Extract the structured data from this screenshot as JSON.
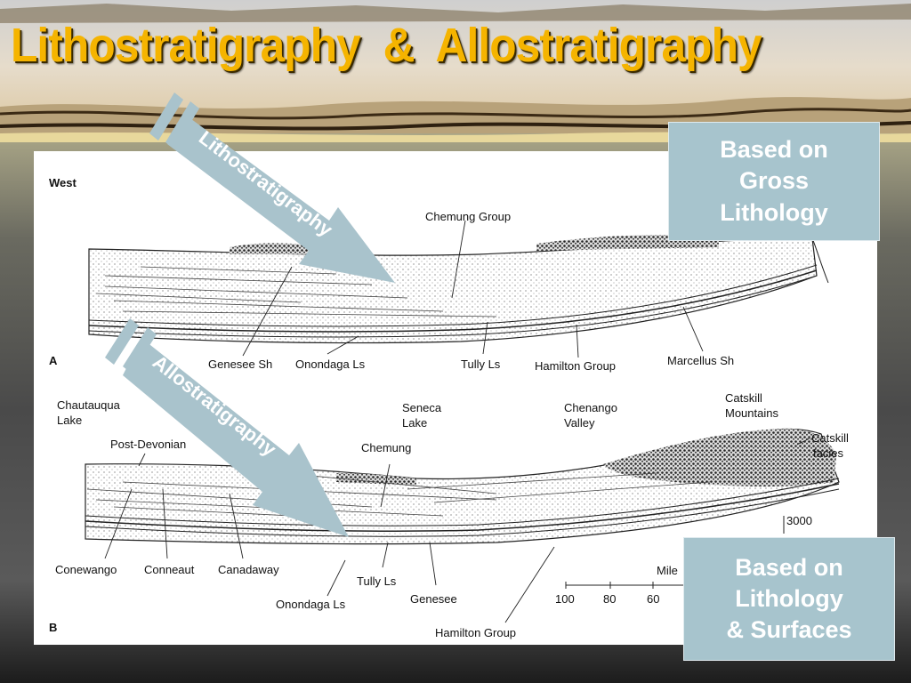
{
  "slide": {
    "title": "Lithostratigraphy  &  Allostratigraphy"
  },
  "arrows": {
    "upper_label": "Lithostratigraphy",
    "lower_label": "Allostratigraphy"
  },
  "callouts": {
    "upper": [
      "Based on",
      "Gross",
      "Lithology"
    ],
    "lower": [
      "Based on",
      "Lithology",
      "& Surfaces"
    ]
  },
  "figure": {
    "west_label": "West",
    "panel_a": {
      "letter": "A",
      "labels": {
        "chemung_group": "Chemung Group",
        "genesee_sh": "Genesee Sh",
        "onondaga_ls": "Onondaga Ls",
        "tully_ls": "Tully Ls",
        "hamilton_group": "Hamilton Group",
        "marcellus_sh": "Marcellus Sh"
      }
    },
    "panel_b": {
      "letter": "B",
      "labels": {
        "chautauqua_1": "Chautauqua",
        "chautauqua_2": "Lake",
        "seneca_1": "Seneca",
        "seneca_2": "Lake",
        "chenango_1": "Chenango",
        "chenango_2": "Valley",
        "catskill_mtn_1": "Catskill",
        "catskill_mtn_2": "Mountains",
        "catskill_facies_1": "Catskill",
        "catskill_facies_2": "facies",
        "post_devonian": "Post-Devonian",
        "chemung": "Chemung",
        "conewango": "Conewango",
        "conneaut": "Conneaut",
        "canadaway": "Canadaway",
        "tully_ls": "Tully Ls",
        "onondaga_ls": "Onondaga Ls",
        "genesee": "Genesee",
        "hamilton_group": "Hamilton Group",
        "miles": "Mile",
        "scale_3000": "3000",
        "scale_100": "100",
        "scale_80": "80",
        "scale_60": "60"
      }
    }
  },
  "colors": {
    "title": "#f5b400",
    "callout_bg": "#a7c4cd",
    "arrow_fill": "#a9c3cc"
  }
}
